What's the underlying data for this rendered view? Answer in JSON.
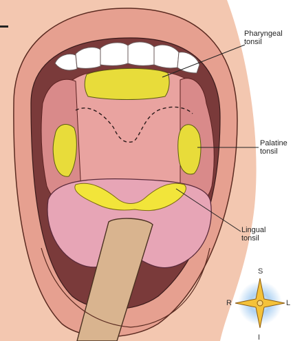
{
  "labels": {
    "pharyngeal": [
      "Pharyngeal",
      "tonsil"
    ],
    "palatine": [
      "Palatine",
      "tonsil"
    ],
    "lingual": [
      "Lingual",
      "tonsil"
    ]
  },
  "compass": {
    "up": "S",
    "left": "R",
    "right": "L",
    "down": "I"
  },
  "colors": {
    "skin": "#f3c7b0",
    "lips": "#e6a090",
    "mouth_cavity": "#7a3a3a",
    "palate": "#e9a3a0",
    "tongue": "#e7a5b6",
    "tonsil": "#f2e53a",
    "teeth": "#ffffff",
    "depressor": "#d9b48f",
    "compass_star": "#f4c23a",
    "compass_glow": "#7fb6e8"
  }
}
